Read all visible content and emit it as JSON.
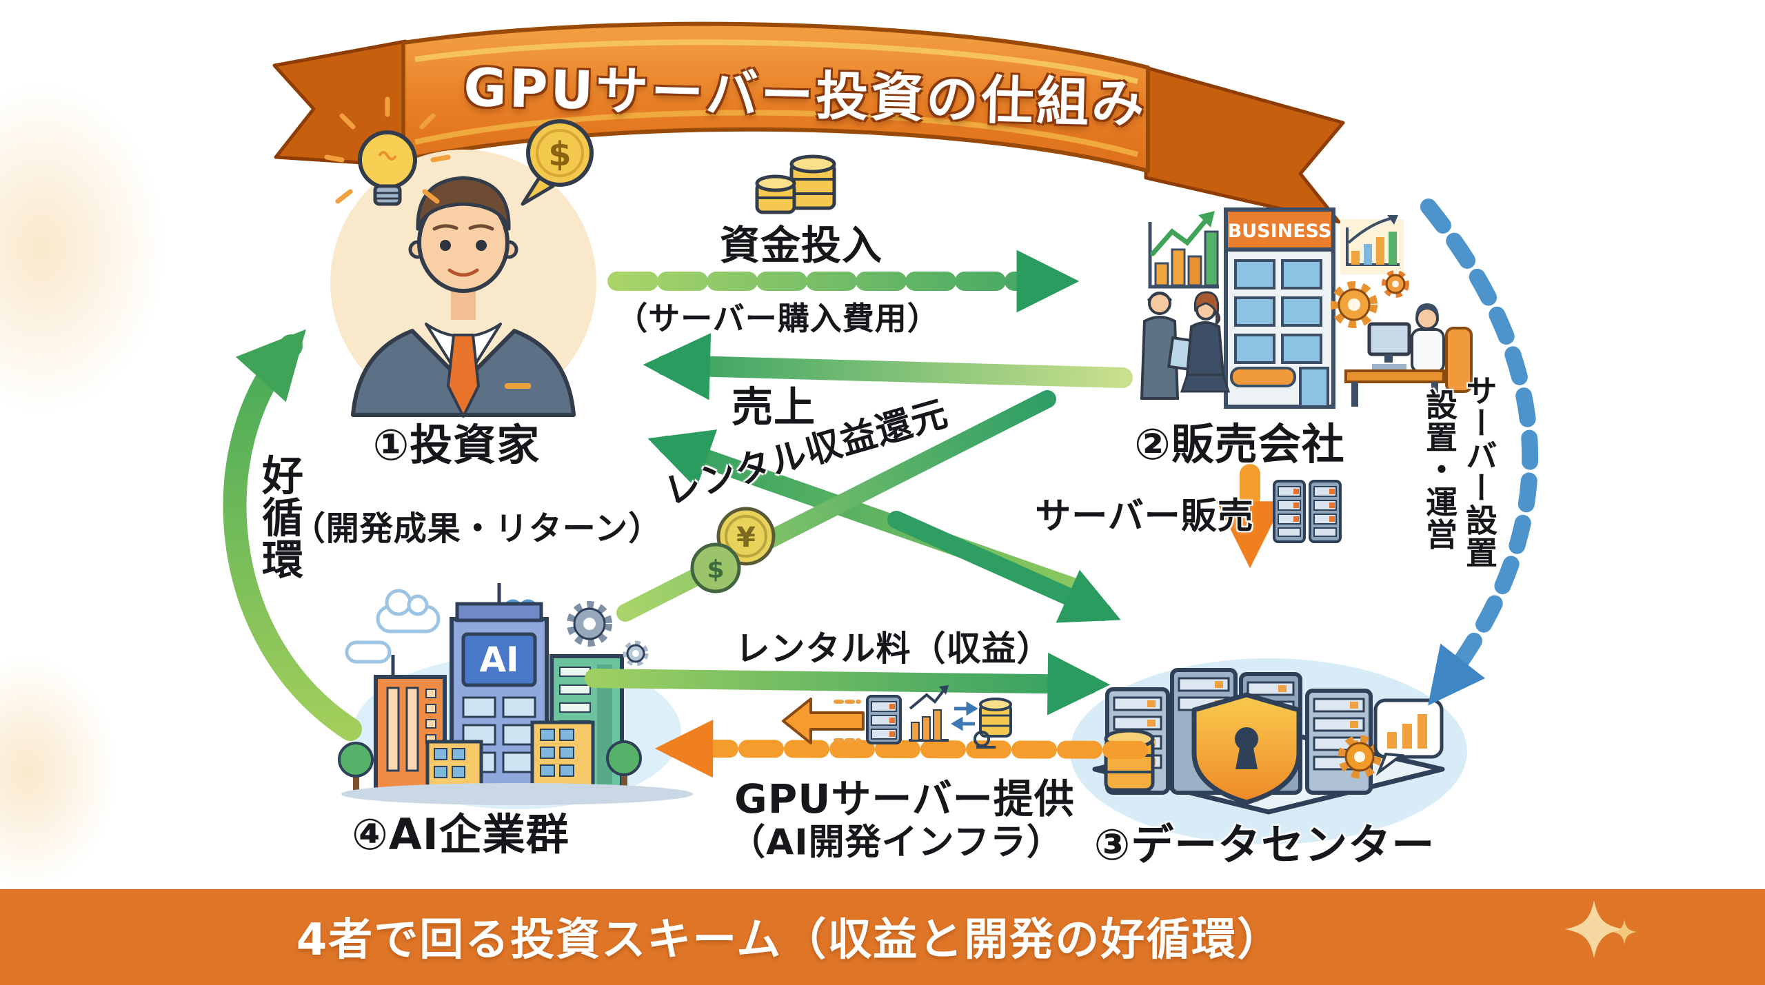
{
  "title": {
    "text": "GPUサーバー投資の仕組み"
  },
  "footer": {
    "text": "4者で回る投資スキーム（収益と開発の好循環）",
    "sparkle_icon": "four-point-sparkle"
  },
  "entities": {
    "investor": {
      "label": "①投資家",
      "note": "（開発成果・リターン）",
      "icons": [
        "lightbulb-icon",
        "dollar-bubble-icon"
      ]
    },
    "sales_company": {
      "label": "②販売会社",
      "building_sign": "BUSINESS",
      "icons": [
        "bar-chart-icon",
        "growth-chart-icon",
        "gear-icon",
        "people-icon",
        "desk-worker-icon"
      ]
    },
    "data_center": {
      "label": "③データセンター",
      "icons": [
        "server-rack-icon",
        "shield-lock-icon",
        "coin-stack-icon",
        "gear-icon",
        "chart-bubble-icon"
      ]
    },
    "ai_companies": {
      "label": "④AI企業群",
      "building_sign": "AI",
      "icons": [
        "cloud-icon",
        "bird-icon",
        "tree-icon",
        "gear-icon"
      ]
    }
  },
  "flows": {
    "funding": {
      "label": "資金投入",
      "sublabel": "（サーバー購入費用）",
      "from": "①投資家",
      "to": "②販売会社",
      "style": "green-dashed-right",
      "icon": "coins-icon"
    },
    "sales": {
      "label": "売上",
      "from": "②販売会社",
      "to": "①投資家",
      "style": "green-solid-left"
    },
    "rental_return": {
      "label": "レンタル収益還元",
      "from": "③データセンター",
      "to": "①投資家",
      "style": "green-solid-diagonal"
    },
    "server_sales": {
      "label": "サーバー販売",
      "from": "②販売会社",
      "to": "③データセンター",
      "style": "orange-dashed-down",
      "icon": "server-rack-icon"
    },
    "server_setup": {
      "label_col_right": "サーバー設置",
      "label_col_left": "設置・運営",
      "from": "②販売会社",
      "to": "③データセンター",
      "style": "blue-dashed-arc"
    },
    "rental_fee": {
      "label": "レンタル料（収益）",
      "from": "④AI企業群",
      "to": "③データセンター",
      "style": "green-solid-right",
      "icons": [
        "left-arrow-icon",
        "server-rack-icon",
        "growth-chart-icon",
        "transfer-arrows-icon",
        "coin-stack-icon"
      ]
    },
    "gpu_provision": {
      "label": "GPUサーバー提供",
      "sublabel": "（AI開発インフラ）",
      "from": "③データセンター",
      "to": "④AI企業群",
      "style": "orange-dashed-left"
    },
    "virtuous_cycle": {
      "label": "好循環",
      "from": "④AI企業群",
      "to": "①投資家",
      "style": "green-curved-arc"
    }
  },
  "symbols": {
    "dollar": "$",
    "yen": "¥"
  },
  "colors": {
    "green_dark": "#2B9C5F",
    "green_light": "#A9D46A",
    "orange": "#F0871F",
    "blue": "#4E97D1",
    "banner_orange": "#DF7527",
    "ribbon_orange": "#E8862F",
    "cream": "#FAE8CB",
    "sky": "#D8ECF8"
  }
}
